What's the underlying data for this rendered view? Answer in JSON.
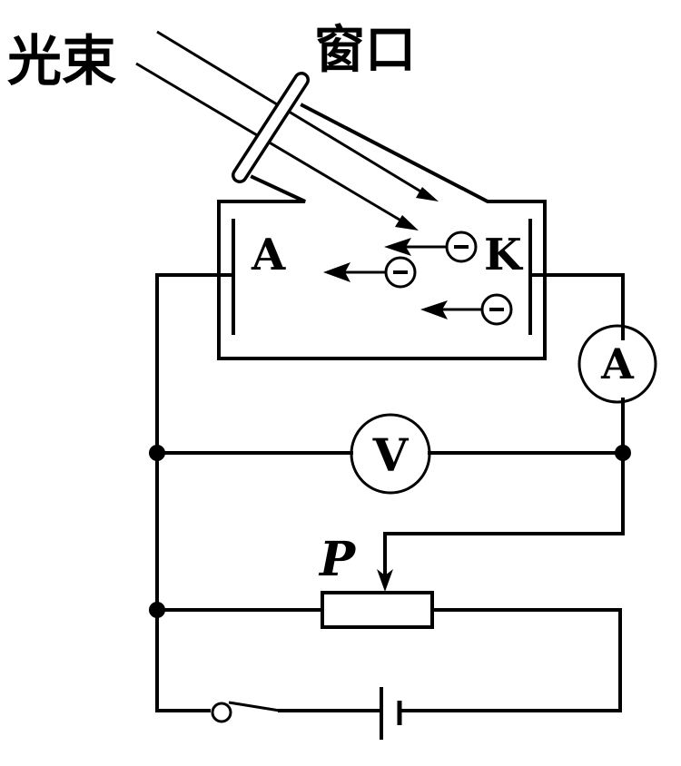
{
  "labels": {
    "beam": "光束",
    "window": "窗口",
    "anode": "A",
    "cathode": "K",
    "ammeter": "A",
    "voltmeter": "V",
    "slider": "P",
    "electron": "−"
  },
  "colors": {
    "ink": "#000000",
    "background": "#ffffff"
  }
}
